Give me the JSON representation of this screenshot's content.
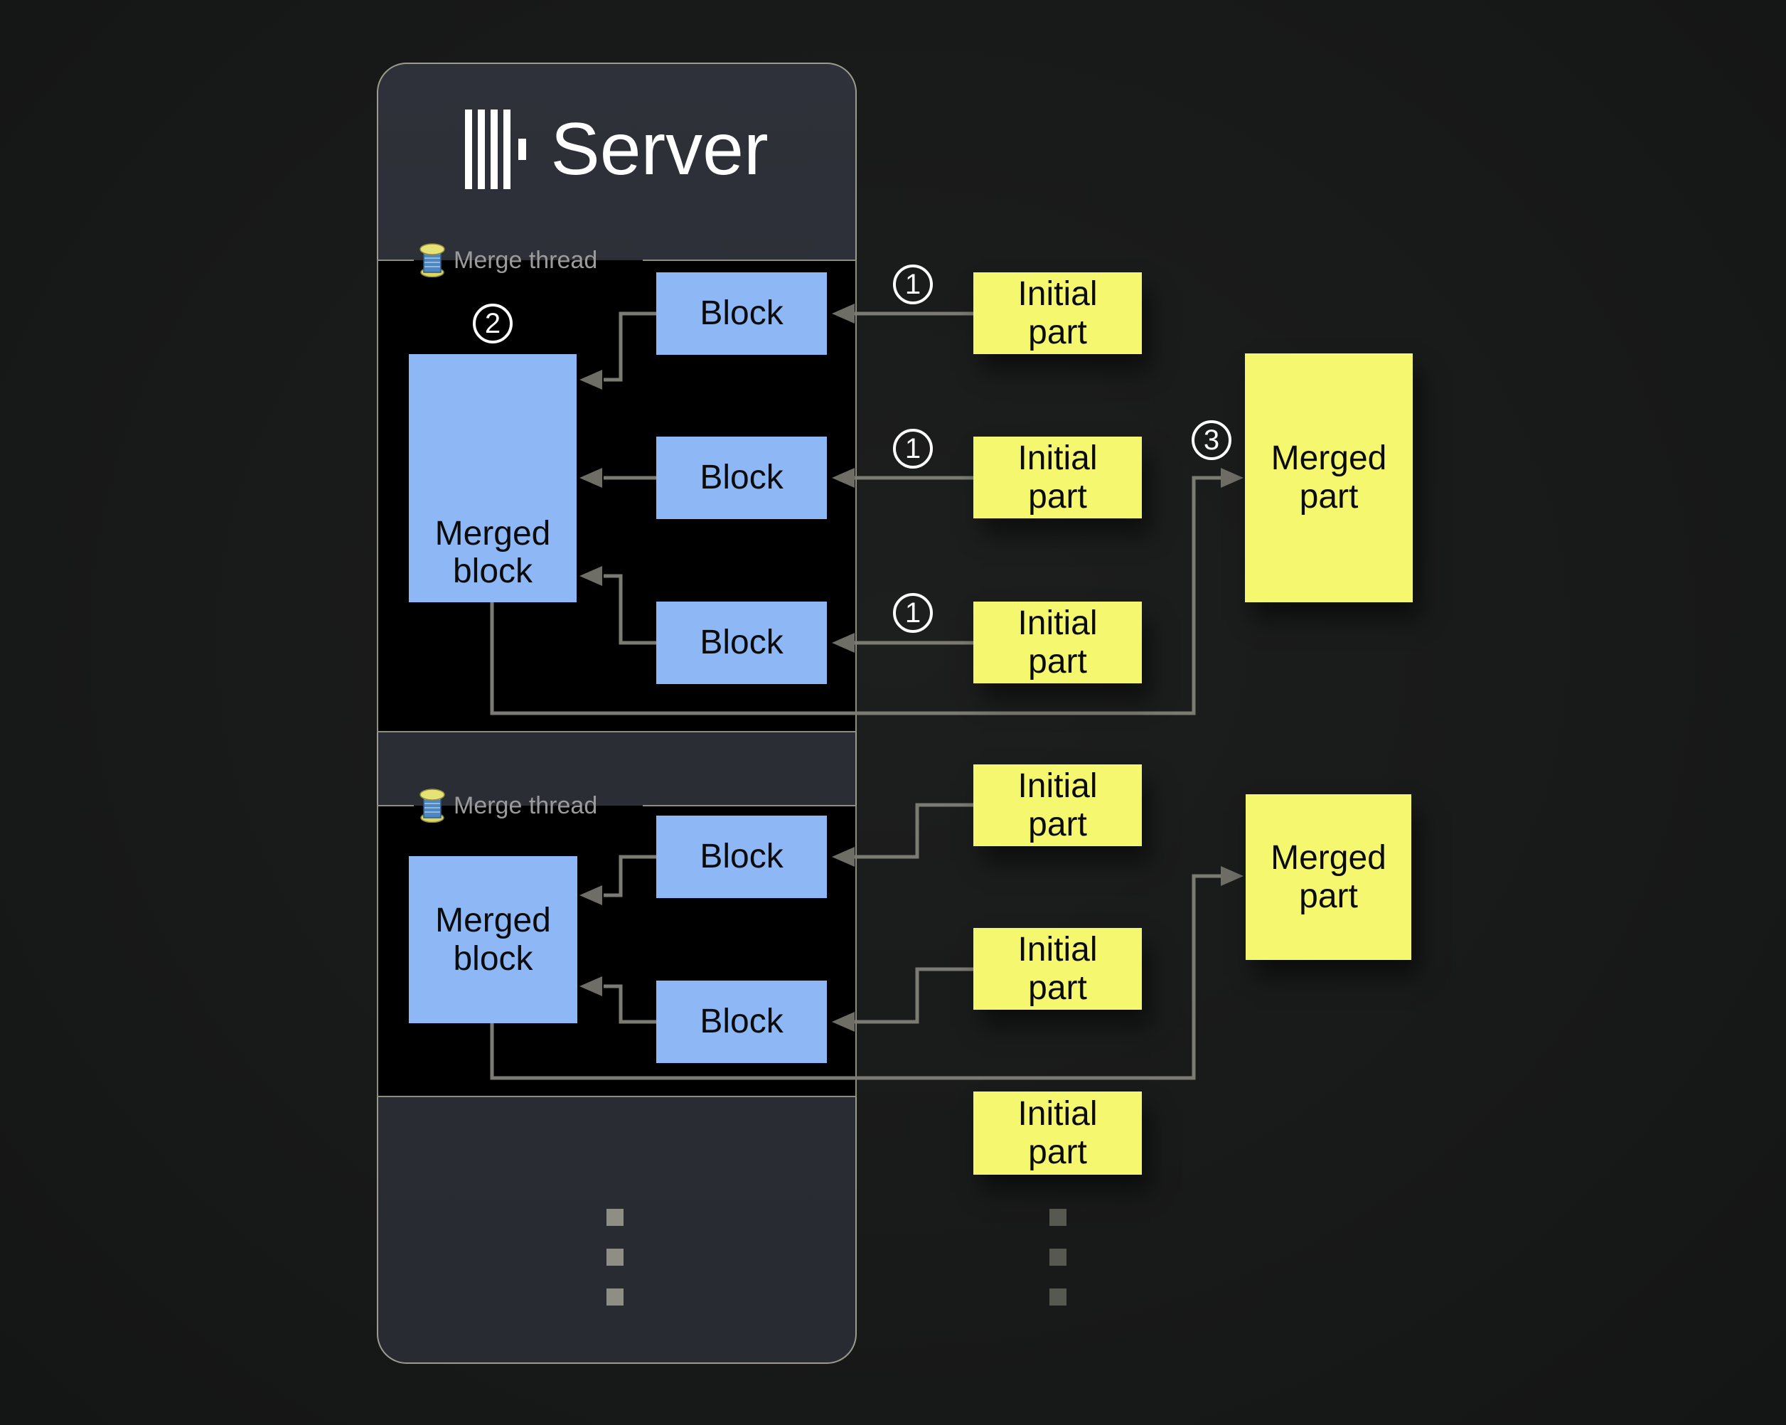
{
  "window": {
    "title": "Server"
  },
  "icons": {
    "server_logo": "clickhouse-bars-logo",
    "merge_thread_icon": "thread-spool-emoji"
  },
  "labels": {
    "merge_thread": "Merge thread",
    "block": "Block",
    "merged_block": "Merged\nblock",
    "initial_part": "Initial\npart",
    "merged_part": "Merged\npart"
  },
  "steps": {
    "one": "1",
    "two": "2",
    "three": "3"
  },
  "colors": {
    "background": "#191a1a",
    "panel_fill": "#2b2e35",
    "panel_border": "#9c9c8e",
    "thread_section_fill": "#000000",
    "thread_section_border": "#8d8d80",
    "block_fill": "#8db7f5",
    "part_fill": "#f5f86e",
    "label_text": "#0b0b0b",
    "legend_text": "#9b9b9b",
    "wire": "#7b7b73",
    "title_text": "#ffffff"
  },
  "ellipsis": {
    "columns": 2,
    "dots_per_column": 3
  }
}
